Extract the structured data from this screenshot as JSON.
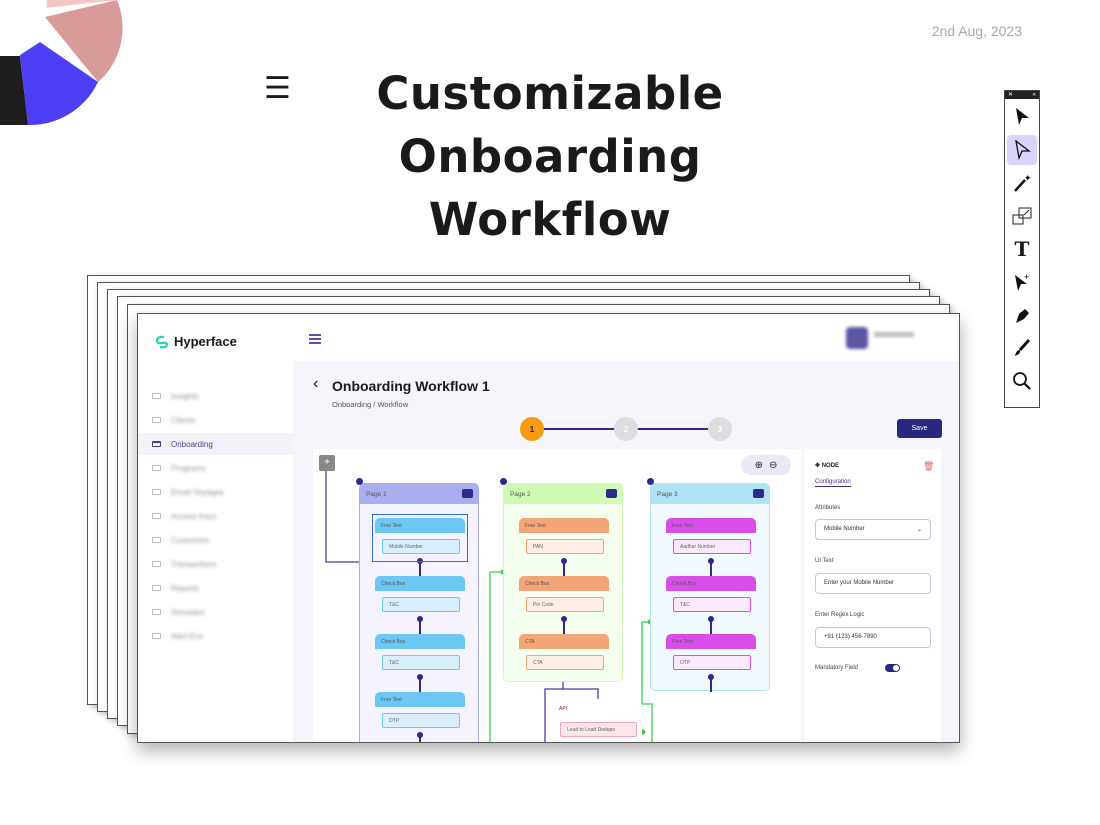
{
  "slide": {
    "date": "2nd Aug, 2023",
    "headline_lines": [
      "Customizable",
      "Onboarding",
      "Workflow"
    ],
    "menu_icon": "hamburger-icon"
  },
  "donut_colors": [
    "#f3c6c6",
    "#d99a9a",
    "#4e3ef5",
    "#1f1d1f"
  ],
  "toolbar": {
    "tools": [
      "selection-arrow",
      "direct-selection-arrow",
      "magic-wand",
      "artboard-scale",
      "type-tool",
      "add-anchor-arrow",
      "pen-tool",
      "brush-tool",
      "zoom-tool"
    ],
    "active": "direct-selection-arrow"
  },
  "app": {
    "brand": "Hyperface",
    "sidebar": [
      {
        "label": "Insights"
      },
      {
        "label": "Clients"
      },
      {
        "label": "Onboarding",
        "active": true
      },
      {
        "label": "Programs"
      },
      {
        "label": "Email Voyages"
      },
      {
        "label": "Access Keys"
      },
      {
        "label": "Customers"
      },
      {
        "label": "Transactions"
      },
      {
        "label": "Reports"
      },
      {
        "label": "Simulator"
      },
      {
        "label": "Alert Env"
      }
    ],
    "title": "Onboarding Workflow 1",
    "breadcrumb": "Onboarding / Workflow",
    "steps": [
      "1",
      "2",
      "3"
    ],
    "active_step": 1,
    "save_label": "Save",
    "pages": [
      {
        "name": "Page 1",
        "head": "#aaaef0",
        "body": "#f4f3ff",
        "node_head": "#6cc7f2",
        "node_input": "#d9effb",
        "nodes": [
          {
            "type": "Free Text",
            "value": "Mobile Number"
          },
          {
            "type": "Check Box",
            "value": "T&C"
          },
          {
            "type": "Check Box",
            "value": "T&C"
          },
          {
            "type": "Free Text",
            "value": "OTP"
          }
        ]
      },
      {
        "name": "Page 2",
        "head": "#d0fbb4",
        "body": "#f5fff0",
        "node_head": "#f4a577",
        "node_input": "#feeee6",
        "nodes": [
          {
            "type": "Free Text",
            "value": "PAN"
          },
          {
            "type": "Check Box",
            "value": "Pin Code"
          },
          {
            "type": "CTA",
            "value": "CTA"
          }
        ]
      },
      {
        "name": "Page 3",
        "head": "#b1e3f6",
        "body": "#f0faff",
        "node_head": "#d94ee8",
        "node_input": "#fbeafd",
        "nodes": [
          {
            "type": "Free Text",
            "value": "Aadhar Number"
          },
          {
            "type": "Check Box",
            "value": "T&C"
          },
          {
            "type": "Free Text",
            "value": "OTP"
          }
        ]
      }
    ],
    "api_node": {
      "type": "API",
      "value": "Lead to Lead Dedupe",
      "color": "#e2535f"
    },
    "panel": {
      "heading": "NODE",
      "tab": "Configuration",
      "attributes_label": "Attributes",
      "attributes_value": "Mobile Number",
      "ui_text_label": "UI Text",
      "ui_text_value": "Enter your Mobile Number",
      "regex_label": "Enter Regex Logic",
      "regex_value": "+91 (123) 456-7890",
      "mandatory_label": "Mandatory Field",
      "mandatory_on": true
    }
  }
}
